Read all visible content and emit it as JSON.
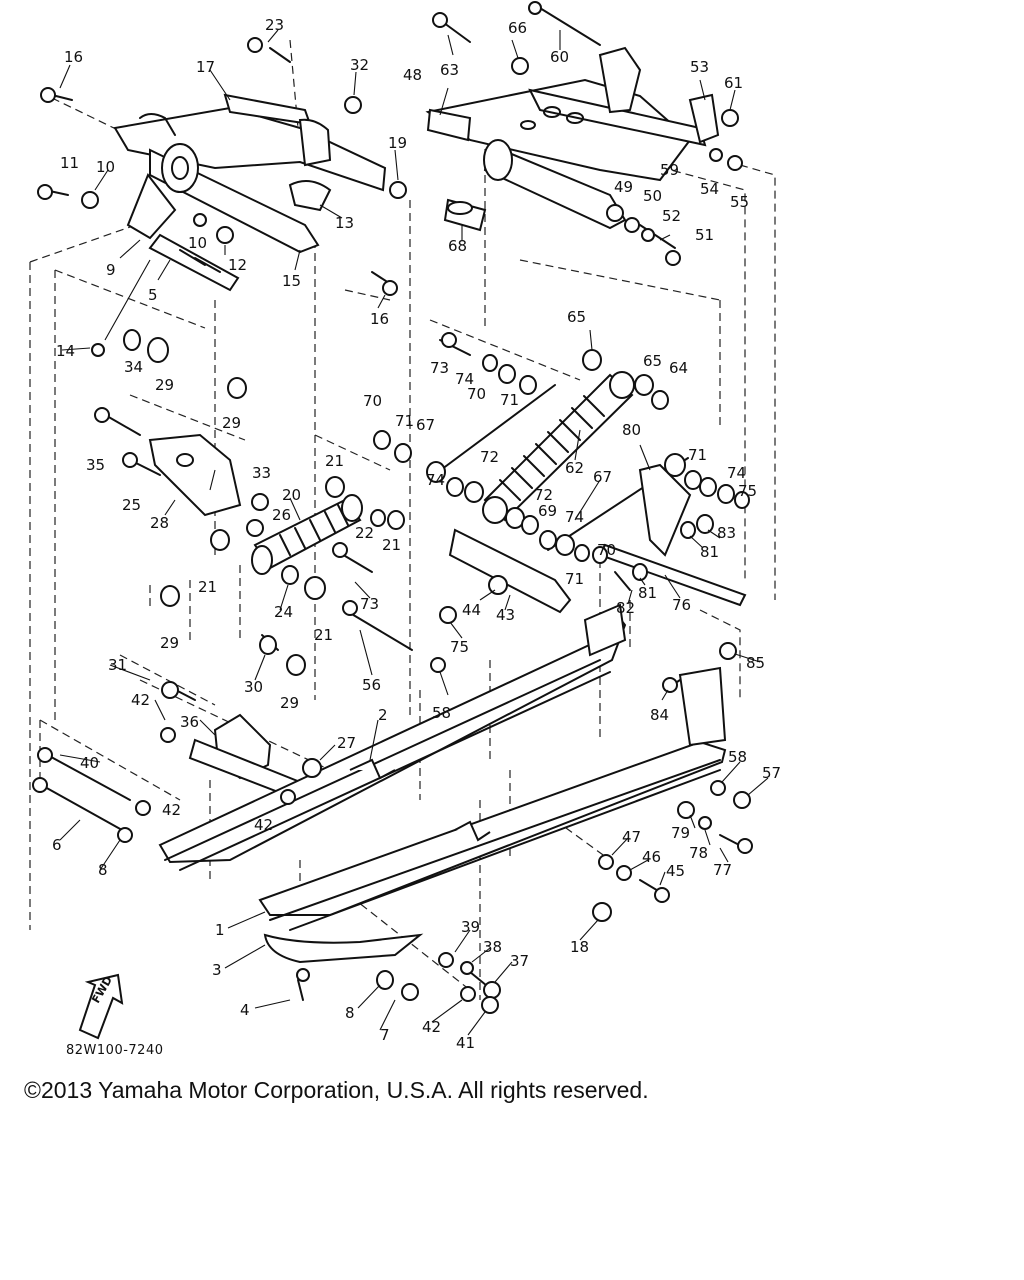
{
  "diagram": {
    "drawing_code": "82W100-7240",
    "fwd_label": "FWD",
    "callouts": [
      "1",
      "2",
      "3",
      "4",
      "5",
      "6",
      "7",
      "8",
      "8",
      "9",
      "10",
      "10",
      "11",
      "12",
      "13",
      "14",
      "15",
      "16",
      "16",
      "17",
      "18",
      "19",
      "20",
      "21",
      "21",
      "21",
      "21",
      "22",
      "23",
      "24",
      "25",
      "26",
      "27",
      "28",
      "29",
      "29",
      "29",
      "29",
      "30",
      "31",
      "32",
      "33",
      "34",
      "35",
      "36",
      "37",
      "38",
      "39",
      "40",
      "41",
      "42",
      "42",
      "42",
      "42",
      "43",
      "44",
      "45",
      "46",
      "47",
      "48",
      "49",
      "50",
      "51",
      "52",
      "53",
      "54",
      "55",
      "56",
      "57",
      "58",
      "58",
      "59",
      "60",
      "61",
      "62",
      "63",
      "64",
      "65",
      "65",
      "66",
      "67",
      "67",
      "68",
      "69",
      "70",
      "70",
      "70",
      "71",
      "71",
      "71",
      "71",
      "72",
      "72",
      "73",
      "73",
      "74",
      "74",
      "74",
      "74",
      "75",
      "75",
      "76",
      "77",
      "78",
      "79",
      "80",
      "81",
      "81",
      "82",
      "83",
      "84",
      "85"
    ]
  },
  "footer": {
    "copyright": "©2013 Yamaha Motor Corporation, U.S.A. All rights reserved."
  }
}
